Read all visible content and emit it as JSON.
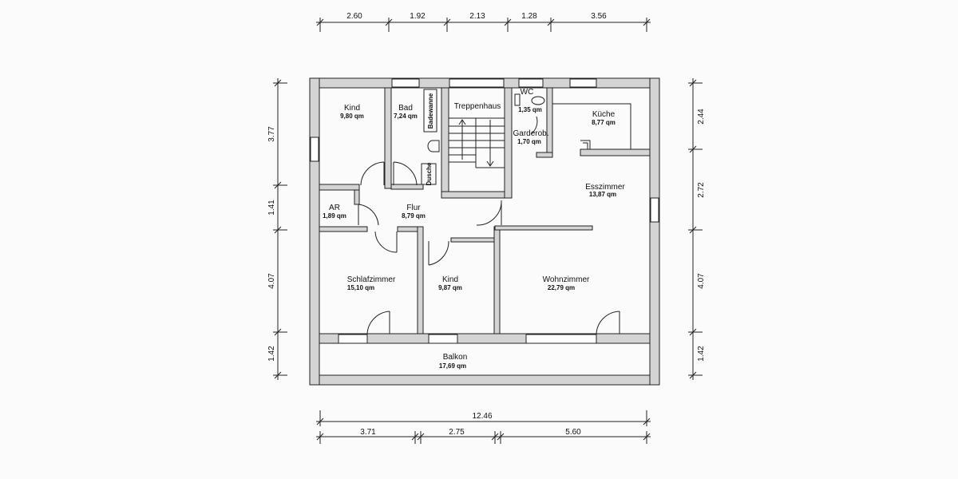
{
  "rooms": {
    "kind1": {
      "name": "Kind",
      "area": "9,80 qm"
    },
    "bad": {
      "name": "Bad",
      "area": "7,24 qm"
    },
    "treppenhaus": {
      "name": "Treppenhaus"
    },
    "wc": {
      "name": "WC",
      "area": "1,35 qm"
    },
    "garderobe": {
      "name": "Garderob.",
      "area": "1,70 qm"
    },
    "kueche": {
      "name": "Küche",
      "area": "8,77 qm"
    },
    "esszimmer": {
      "name": "Esszimmer",
      "area": "13,87 qm"
    },
    "ar": {
      "name": "AR",
      "area": "1,89 qm"
    },
    "flur": {
      "name": "Flur",
      "area": "8,79 qm"
    },
    "schlafzimmer": {
      "name": "Schlafzimmer",
      "area": "15,10 qm"
    },
    "kind2": {
      "name": "Kind",
      "area": "9,87 qm"
    },
    "wohnzimmer": {
      "name": "Wohnzimmer",
      "area": "22,79 qm"
    },
    "balkon": {
      "name": "Balkon",
      "area": "17,69 qm"
    }
  },
  "fixtures": {
    "badewanne": "Badewanne",
    "dusche": "Dusche"
  },
  "dimensions": {
    "top": [
      "2.60",
      "1.92",
      "2.13",
      "1.28",
      "3.56"
    ],
    "left": [
      "3.77",
      "1.41",
      "4.07",
      "1.42"
    ],
    "right": [
      "2.44",
      "2.72",
      "4.07",
      "1.42"
    ],
    "bottom_total": "12.46",
    "bottom": [
      "3.71",
      "2.75",
      "5.60"
    ]
  }
}
